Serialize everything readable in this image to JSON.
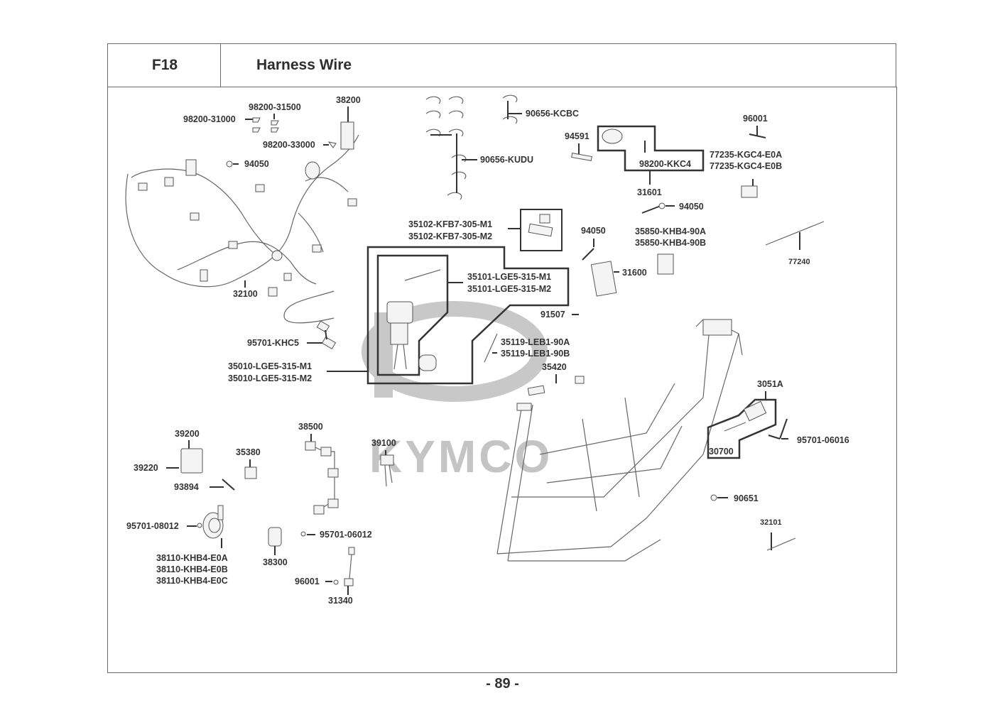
{
  "header": {
    "section_code": "F18",
    "title": "Harness Wire"
  },
  "watermark": {
    "brand": "KYMCO"
  },
  "parts": {
    "p98200_31000": "98200-31000",
    "p98200_31500": "98200-31500",
    "p38200": "38200",
    "p98200_33000": "98200-33000",
    "p94050_a": "94050",
    "p32100": "32100",
    "p95701_khc5": "95701-KHC5",
    "p35010": [
      "35010-LGE5-315-M1",
      "35010-LGE5-315-M2"
    ],
    "p90656_kcbc": "90656-KCBC",
    "p90656_kudu": "90656-KUDU",
    "p94591": "94591",
    "p98200_kkc4": "98200-KKC4",
    "p31601": "31601",
    "p96001_a": "96001",
    "p77235": [
      "77235-KGC4-E0A",
      "77235-KGC4-E0B"
    ],
    "p94050_b": "94050",
    "p35102": [
      "35102-KFB7-305-M1",
      "35102-KFB7-305-M2"
    ],
    "p94050_c": "94050",
    "p35850": [
      "35850-KHB4-90A",
      "35850-KHB4-90B"
    ],
    "p77240": "77240",
    "p35101": [
      "35101-LGE5-315-M1",
      "35101-LGE5-315-M2"
    ],
    "p31600": "31600",
    "p91507": "91507",
    "p35119": [
      "35119-LEB1-90A",
      "35119-LEB1-90B"
    ],
    "p35420": "35420",
    "p3051a": "3051A",
    "p30700": "30700",
    "p95701_06016": "95701-06016",
    "p39200": "39200",
    "p39220": "39220",
    "p35380": "35380",
    "p93894": "93894",
    "p38500": "38500",
    "p39100": "39100",
    "p90651": "90651",
    "p32101": "32101",
    "p95701_08012": "95701-08012",
    "p38110": [
      "38110-KHB4-E0A",
      "38110-KHB4-E0B",
      "38110-KHB4-E0C"
    ],
    "p38300": "38300",
    "p95701_06012": "95701-06012",
    "p96001_b": "96001",
    "p31340": "31340"
  },
  "footer": {
    "page_number": "- 89 -"
  }
}
